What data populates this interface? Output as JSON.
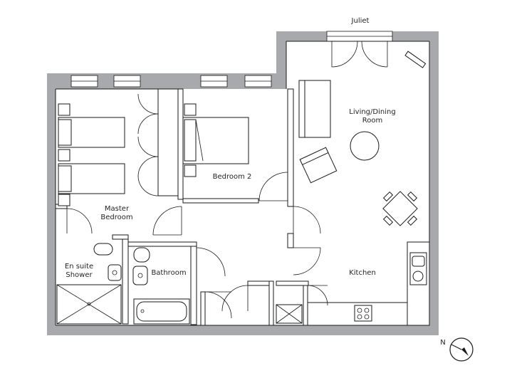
{
  "rooms": {
    "juliet": "Juliet",
    "living_line1": "Living/Dining",
    "living_line2": "Room",
    "bedroom2": "Bedroom 2",
    "master_line1": "Master",
    "master_line2": "Bedroom",
    "ensuite_line1": "En suite",
    "ensuite_line2": "Shower",
    "bathroom": "Bathroom",
    "kitchen": "Kitchen"
  },
  "compass": {
    "label": "N"
  },
  "colors": {
    "wall": "#a7a9ac",
    "line": "#1a1a1a",
    "text": "#231f20"
  }
}
